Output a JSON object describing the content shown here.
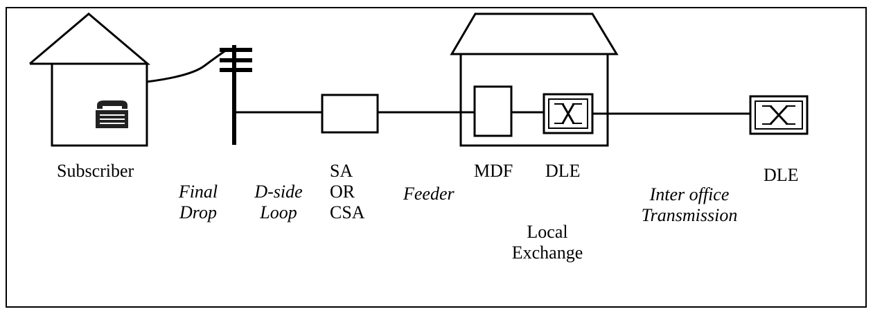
{
  "colors": {
    "stroke": "#000000",
    "background": "#ffffff"
  },
  "labels": {
    "subscriber": "Subscriber",
    "final_drop": [
      "Final",
      "Drop"
    ],
    "d_side_loop": [
      "D-side",
      "Loop"
    ],
    "sa_csa": [
      "SA",
      "OR",
      "CSA"
    ],
    "feeder": "Feeder",
    "mdf": "MDF",
    "dle_local": "DLE",
    "local_exchange": [
      "Local",
      "Exchange"
    ],
    "inter_office": [
      "Inter office",
      "Transmission"
    ],
    "dle_remote": "DLE"
  },
  "icons": {
    "subscriber_house": "house-icon",
    "telephone": "telephone-icon",
    "utility_pole": "utility-pole-icon",
    "exchange_building": "exchange-building-icon",
    "switch": "switch-cross-icon"
  }
}
